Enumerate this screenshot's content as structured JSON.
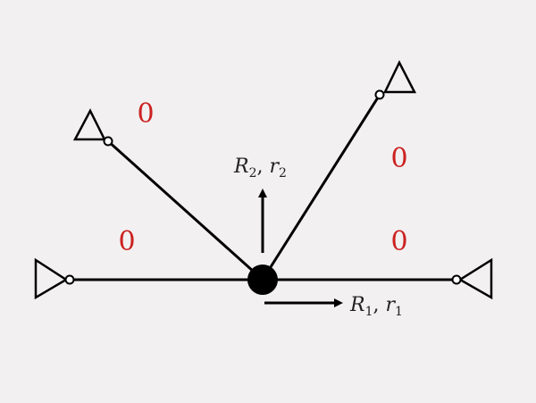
{
  "colors": {
    "background": "#f2f0f0",
    "line": "#000000",
    "zero_label": "#cc2222",
    "text": "#222222"
  },
  "region_labels": [
    "0",
    "0",
    "0",
    "0"
  ],
  "vector_labels": {
    "r2": {
      "main": "R",
      "main_sub": "2",
      "sep": ", ",
      "minor": "r",
      "minor_sub": "2"
    },
    "r1": {
      "main": "R",
      "main_sub": "1",
      "sep": ", ",
      "minor": "r",
      "minor_sub": "1"
    }
  }
}
